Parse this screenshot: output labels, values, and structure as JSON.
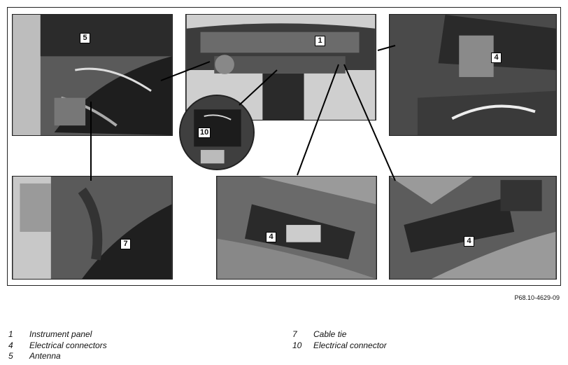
{
  "figure": {
    "reference": "P68.10-4629-09",
    "callouts": {
      "instrument_panel": "1",
      "connector_upper_right": "4",
      "connector_lower_middle": "4",
      "connector_lower_right": "4",
      "antenna": "5",
      "cable_tie": "7",
      "electrical_connector": "10"
    }
  },
  "legend": {
    "left": [
      {
        "num": "1",
        "label": "Instrument panel"
      },
      {
        "num": "4",
        "label": "Electrical connectors"
      },
      {
        "num": "5",
        "label": "Antenna"
      }
    ],
    "right": [
      {
        "num": "7",
        "label": "Cable tie"
      },
      {
        "num": "10",
        "label": "Electrical connector"
      }
    ]
  }
}
